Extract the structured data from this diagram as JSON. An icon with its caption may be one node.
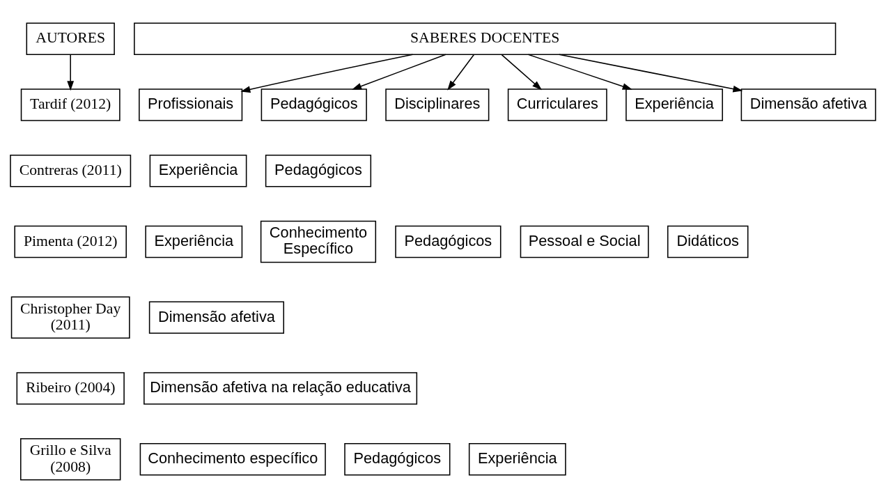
{
  "diagram": {
    "nodes": [
      {
        "text": [
          "AUTORES"
        ]
      },
      {
        "text": [
          "SABERES DOCENTES"
        ]
      },
      {
        "text": [
          "Tardif (2012)"
        ]
      },
      {
        "text": [
          "Profissionais"
        ]
      },
      {
        "text": [
          "Pedagógicos"
        ]
      },
      {
        "text": [
          "Disciplinares"
        ]
      },
      {
        "text": [
          "Curriculares"
        ]
      },
      {
        "text": [
          "Experiência"
        ]
      },
      {
        "text": [
          "Dimensão afetiva"
        ]
      },
      {
        "text": [
          "Contreras (2011)"
        ]
      },
      {
        "text": [
          "Experiência"
        ]
      },
      {
        "text": [
          "Pedagógicos"
        ]
      },
      {
        "text": [
          "Pimenta (2012)"
        ]
      },
      {
        "text": [
          "Experiência"
        ]
      },
      {
        "text": [
          "Conhecimento Específico"
        ]
      },
      {
        "text": [
          "Pedagógicos"
        ]
      },
      {
        "text": [
          "Pessoal e Social"
        ]
      },
      {
        "text": [
          "Didáticos"
        ]
      },
      {
        "text": [
          "Christopher Day (2011)"
        ]
      },
      {
        "text": [
          "Dimensão afetiva"
        ]
      },
      {
        "text": [
          "Ribeiro (2004)"
        ]
      },
      {
        "text": [
          "Dimensão afetiva na relação educativa"
        ]
      },
      {
        "text": [
          "Grillo e Silva (2008)"
        ]
      },
      {
        "text": [
          "Conhecimento específico"
        ]
      },
      {
        "text": [
          "Pedagógicos"
        ]
      },
      {
        "text": [
          "Experiência"
        ]
      }
    ],
    "edges": [
      {
        "from": 0,
        "to": 2,
        "arrow": "to"
      },
      {
        "from": 1,
        "to": 3,
        "arrow": "to"
      },
      {
        "from": 1,
        "to": 4,
        "arrow": "to"
      },
      {
        "from": 1,
        "to": 5,
        "arrow": "to"
      },
      {
        "from": 1,
        "to": 6,
        "arrow": "to"
      },
      {
        "from": 1,
        "to": 7,
        "arrow": "to"
      },
      {
        "from": 1,
        "to": 8,
        "arrow": "to"
      }
    ]
  }
}
